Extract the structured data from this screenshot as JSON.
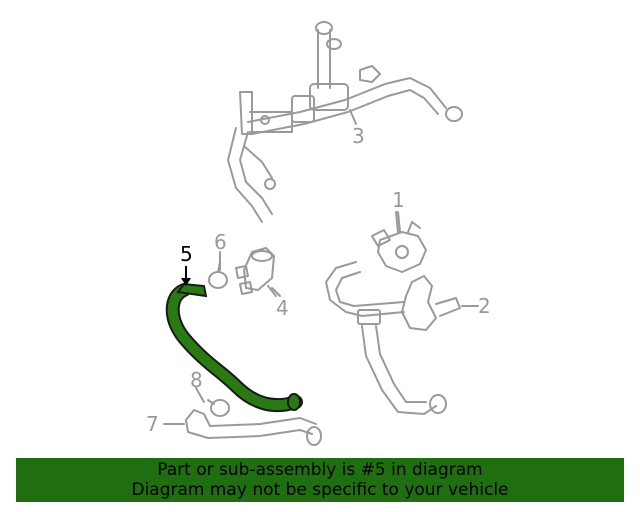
{
  "callouts": {
    "c1": "1",
    "c2": "2",
    "c3": "3",
    "c4": "4",
    "c5": "5",
    "c6": "6",
    "c7": "7",
    "c8": "8"
  },
  "highlighted_part": "5",
  "banner": {
    "line1": "Part or sub-assembly is #5 in diagram",
    "line2": "Diagram may not be specific to your vehicle"
  },
  "colors": {
    "highlight": "#1f6f10",
    "part_outline": "#9a9a9a",
    "banner_bg": "#1f6f10"
  }
}
